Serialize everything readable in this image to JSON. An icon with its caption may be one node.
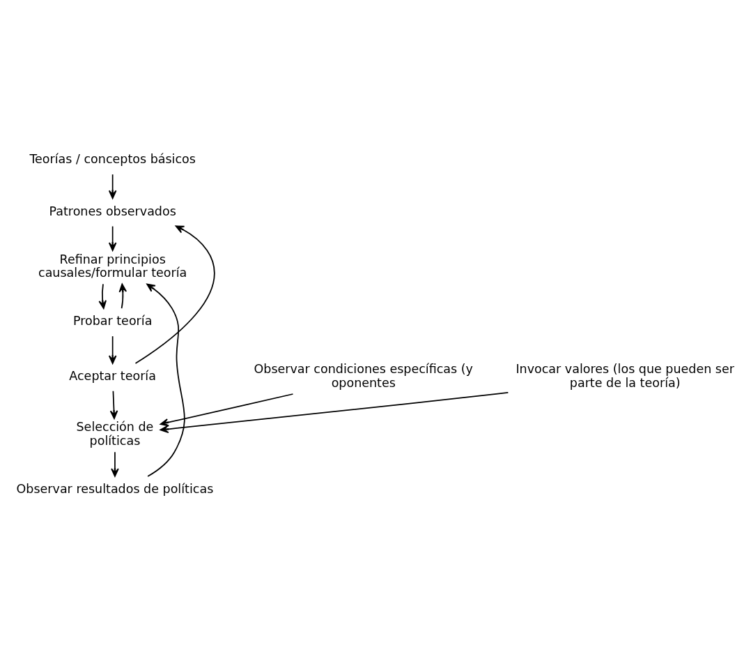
{
  "diagram": {
    "nodes": [
      {
        "text": [
          "Teorías / conceptos básicos"
        ]
      },
      {
        "text": [
          "Patrones observados"
        ]
      },
      {
        "text": [
          "Refinar principios causales/formular teoría"
        ]
      },
      {
        "text": [
          "Probar teoría"
        ]
      },
      {
        "text": [
          "Aceptar teoría"
        ]
      },
      {
        "text": [
          "Observar condiciones específicas (y oponentes"
        ]
      },
      {
        "text": [
          "Selección de políticas"
        ]
      },
      {
        "text": [
          "Invocar valores (los que pueden ser parte de la teoría)"
        ]
      },
      {
        "text": [
          "Observar resultados de políticas"
        ]
      }
    ],
    "edges": [
      {
        "from": 0,
        "to": 1,
        "arrow": "to"
      },
      {
        "from": 1,
        "to": 2,
        "arrow": "to"
      },
      {
        "from": 2,
        "to": 3,
        "arrow": "to"
      },
      {
        "from": 3,
        "to": 2,
        "arrow": "to"
      },
      {
        "from": 3,
        "to": 4,
        "arrow": "to"
      },
      {
        "from": 4,
        "to": 1,
        "arrow": "to"
      },
      {
        "from": 4,
        "to": 6,
        "arrow": "to"
      },
      {
        "from": 5,
        "to": 6,
        "arrow": "to"
      },
      {
        "from": 7,
        "to": 6,
        "arrow": "to"
      },
      {
        "from": 6,
        "to": 8,
        "arrow": "to"
      },
      {
        "from": 8,
        "to": 2,
        "arrow": "to"
      }
    ]
  }
}
